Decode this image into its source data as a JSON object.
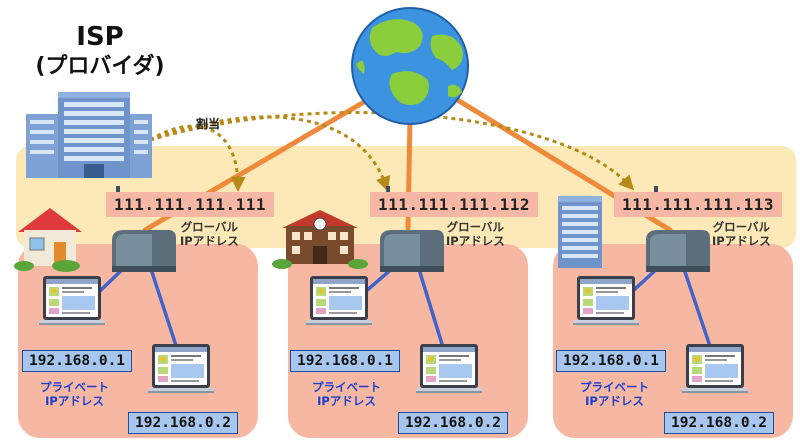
{
  "isp": {
    "line1": "ISP",
    "line2": "(プロバイダ)"
  },
  "allocation_label": "割当",
  "networks": [
    {
      "global_ip": "111.111.111.111",
      "global_label": "グローバル\nIPアドレス",
      "private_label": "プライベート\nIPアドレス",
      "pc1_ip": "192.168.0.1",
      "pc2_ip": "192.168.0.2",
      "building": "house-icon"
    },
    {
      "global_ip": "111.111.111.112",
      "global_label": "グローバル\nIPアドレス",
      "private_label": "プライベート\nIPアドレス",
      "pc1_ip": "192.168.0.1",
      "pc2_ip": "192.168.0.2",
      "building": "school-icon"
    },
    {
      "global_ip": "111.111.111.113",
      "global_label": "グローバル\nIPアドレス",
      "private_label": "プライベート\nIPアドレス",
      "pc1_ip": "192.168.0.1",
      "pc2_ip": "192.168.0.2",
      "building": "office-building-icon"
    }
  ],
  "colors": {
    "internet_band": "#fde9b8",
    "lan_panel": "#f6b7a3",
    "global_ip_box": "#f6b8a4",
    "private_ip_box": "#a7c6ee",
    "wan_line": "#ee8a3a",
    "lan_line": "#3f63c9",
    "allocation_arrow": "#b58a16"
  }
}
